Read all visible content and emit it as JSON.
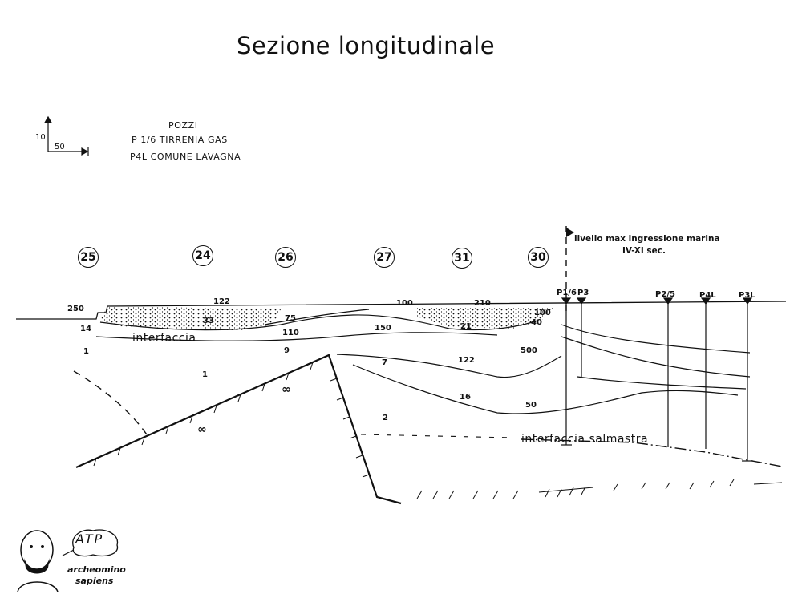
{
  "title": "Sezione longitudinale",
  "scale": {
    "vertical": "10",
    "horizontal": "50"
  },
  "legend": {
    "heading": "POZZI",
    "rows": [
      "P 1/6  TIRRENIA GAS",
      "P4L  COMUNE LAVAGNA"
    ]
  },
  "sections": [
    "25",
    "24",
    "26",
    "27",
    "31",
    "30"
  ],
  "note": {
    "line1": "livello max ingressione marina",
    "line2": "IV-XI sec."
  },
  "wells": [
    "P1/6",
    "P3",
    "P2/5",
    "P4L",
    "P3L"
  ],
  "layer_values": {
    "v250": "250",
    "v122a": "122",
    "v33": "33",
    "v75": "75",
    "v100a": "100",
    "v210": "210",
    "v100b": "100",
    "v14": "14",
    "v110": "110",
    "v150": "150",
    "v21": "21",
    "v40": "40",
    "v1a": "1",
    "v9": "9",
    "v1b": "1",
    "v7": "7",
    "v122b": "122",
    "v500": "500",
    "v16": "16",
    "v50": "50",
    "v2": "2",
    "inf1": "∞",
    "inf2": "∞"
  },
  "labels": {
    "interfaccia": "interfaccia",
    "interfaccia_salmastra": "interfaccia salmastra"
  },
  "logo": {
    "badge": "ATP",
    "line1": "archeomino",
    "line2": "sapiens"
  }
}
